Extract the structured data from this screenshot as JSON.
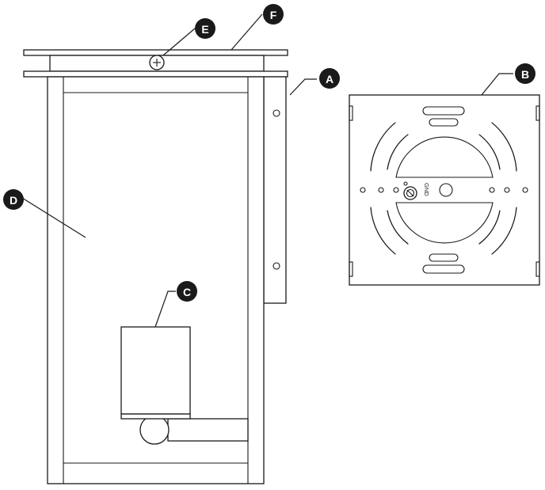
{
  "callouts": {
    "a": "A",
    "b": "B",
    "c": "C",
    "d": "D",
    "e": "E",
    "f": "F"
  },
  "bracket_label": "GND",
  "colors": {
    "line": "#1a1a1a",
    "background": "#ffffff"
  }
}
